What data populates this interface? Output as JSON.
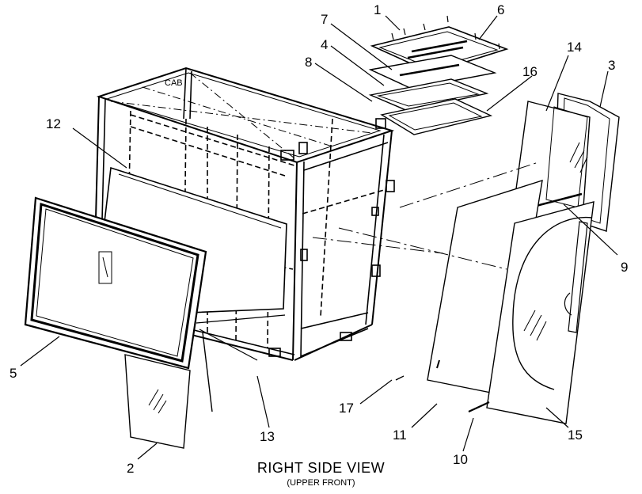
{
  "diagram": {
    "title": "RIGHT SIDE VIEW",
    "subtitle": "(UPPER FRONT)",
    "cab_label": "CAB",
    "callouts": {
      "c1": "1",
      "c2": "2",
      "c3": "3",
      "c4": "4",
      "c5": "5",
      "c6": "6",
      "c7": "7",
      "c8": "8",
      "c9": "9",
      "c10": "10",
      "c11": "11",
      "c12": "12",
      "c13": "13",
      "c14": "14",
      "c15": "15",
      "c16": "16",
      "c17": "17"
    }
  }
}
